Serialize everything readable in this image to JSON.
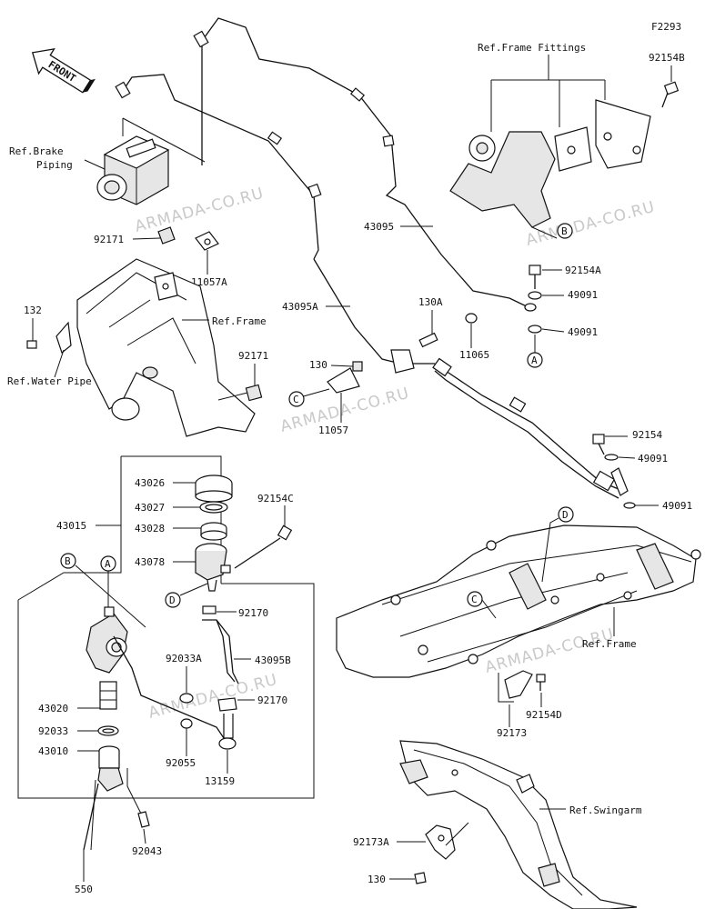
{
  "figure_code": "F2293",
  "front_label": "FRONT",
  "watermark_text": "ARMADA-CO.RU",
  "callouts": {
    "A": "A",
    "B": "B",
    "C": "C",
    "D": "D"
  },
  "labels": {
    "ref_frame_fittings": "Ref.Frame Fittings",
    "p92154B": "92154B",
    "ref_brake_piping_1": "Ref.Brake",
    "ref_brake_piping_2": "Piping",
    "p92171_a": "92171",
    "p11057A": "11057A",
    "p43095": "43095",
    "p92154A": "92154A",
    "p49091_a": "49091",
    "p49091_b": "49091",
    "p43095A": "43095A",
    "p130A": "130A",
    "p11065": "11065",
    "p132": "132",
    "ref_frame_1": "Ref.Frame",
    "ref_water_pipe": "Ref.Water Pipe",
    "p92171_b": "92171",
    "p130_a": "130",
    "p11057": "11057",
    "p92154": "92154",
    "p49091_c": "49091",
    "p49091_d": "49091",
    "p43026": "43026",
    "p43027": "43027",
    "p43028": "43028",
    "p43015": "43015",
    "p43078": "43078",
    "p92154C": "92154C",
    "p92170_a": "92170",
    "p92033A": "92033A",
    "p43095B": "43095B",
    "p92170_b": "92170",
    "p43020": "43020",
    "p92033": "92033",
    "p43010": "43010",
    "p92055": "92055",
    "p13159": "13159",
    "p92043": "92043",
    "p550": "550",
    "ref_frame_2": "Ref.Frame",
    "p92173_a": "92173",
    "p92154D": "92154D",
    "ref_swingarm": "Ref.Swingarm",
    "p92173A": "92173A",
    "p130_b": "130"
  }
}
